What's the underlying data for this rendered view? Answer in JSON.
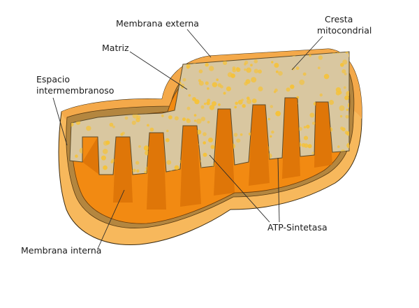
{
  "diagram": {
    "labels": {
      "outer_membrane": "Membrana externa",
      "crista_line1": "Cresta",
      "crista_line2": "mitocondrial",
      "matrix": "Matriz",
      "intermembrane_line1": "Espacio",
      "intermembrane_line2": "intermembranoso",
      "inner_membrane": "Membrana interna",
      "atp_synthase": "ATP-Sintetasa"
    },
    "colors": {
      "outer_body": "#f7b85c",
      "outer_rim": "#f4a94a",
      "intermembrane_space": "#b4863f",
      "crista_orange": "#f28a12",
      "crista_dark": "#d86f06",
      "matrix": "#d9c7a0",
      "granules": "#f5c23a"
    }
  }
}
